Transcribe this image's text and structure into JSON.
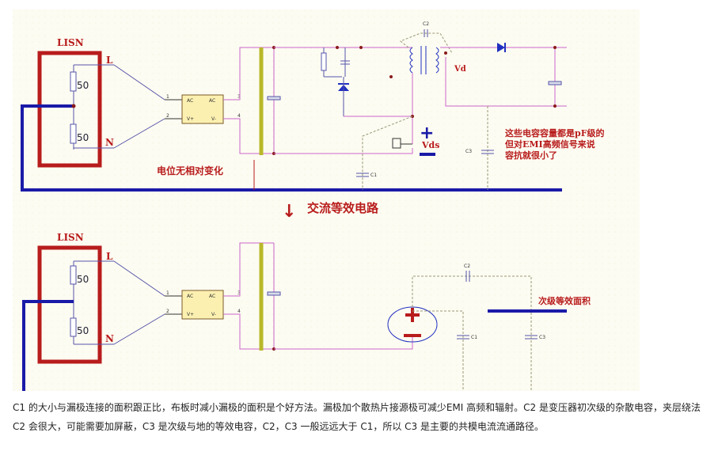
{
  "diagram": {
    "top": {
      "lisn_title": "LISN",
      "resistor_top": "50",
      "resistor_bottom": "50",
      "line_label": "L",
      "neutral_label": "N",
      "bridge_pins": [
        "1",
        "2",
        "3",
        "4"
      ],
      "bridge_ac_left": "AC",
      "bridge_ac_right": "AC",
      "bridge_vplus": "V+",
      "bridge_vminus": "V-",
      "no_potential_change": "电位无相对变化",
      "cap_c2": "C2",
      "cap_c1": "C1",
      "cap_c3": "C3",
      "vd_label": "Vd",
      "vds_label": "Vds",
      "note_lines": [
        "这些电容容量都是pF级的",
        "但对EMI高频信号来说",
        "容抗就很小了"
      ]
    },
    "arrow_title": "交流等效电路",
    "bottom": {
      "lisn_title": "LISN",
      "resistor_top": "50",
      "resistor_bottom": "50",
      "line_label": "L",
      "neutral_label": "N",
      "bridge_pins": [
        "1",
        "2",
        "3",
        "4"
      ],
      "bridge_ac_left": "AC",
      "bridge_ac_right": "AC",
      "bridge_vplus": "V+",
      "bridge_vminus": "V-",
      "cap_c2": "C2",
      "cap_c1": "C1",
      "cap_c3": "C3",
      "secondary_area": "次级等效面积"
    },
    "colors": {
      "lisn_red": "#b81c1c",
      "ground_blue": "#1a1aa8",
      "wire_pink": "#cc66cc",
      "wire_blue": "#5555aa",
      "bus_yellow": "#b8b82a",
      "background": "#fdfcf2"
    }
  },
  "caption": {
    "text": "C1 的大小与漏极连接的面积跟正比，布板时减小漏极的面积是个好方法。漏极加个散热片接源极可减少EMI 高频和辐射。C2 是变压器初次级的杂散电容，夹层绕法 C2 会很大，可能需要加屏蔽，C3 是次级与地的等效电容，C2，C3 一般远远大于 C1，所以 C3 是主要的共模电流流通路径。"
  }
}
